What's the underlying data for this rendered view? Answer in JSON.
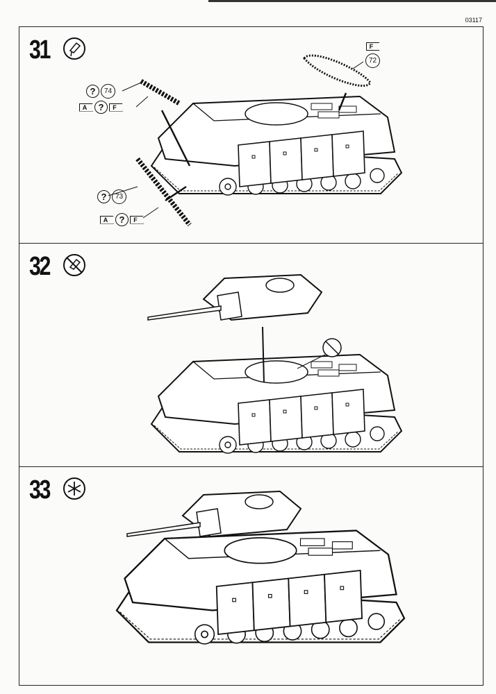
{
  "sheet_code": "03117",
  "steps": [
    {
      "number": "31",
      "icon": "glue-tube-icon",
      "callouts": {
        "upper_track": {
          "part": "74",
          "query": "?",
          "flag_a": "A",
          "flag_f": "F"
        },
        "lower_track": {
          "part": "73",
          "query": "?",
          "flag_a": "A",
          "flag_f": "F"
        },
        "rear_part": {
          "part": "72",
          "flag_f": "F"
        }
      }
    },
    {
      "number": "32",
      "icon": "no-glue-icon"
    },
    {
      "number": "33",
      "icon": "finished-star-icon"
    }
  ]
}
